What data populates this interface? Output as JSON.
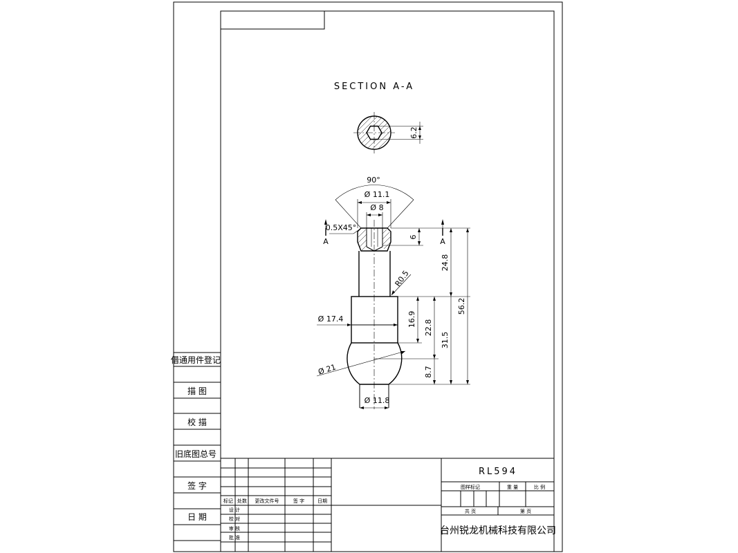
{
  "drawing": {
    "section_title": "SECTION A-A",
    "dims": {
      "hex": "6.2",
      "angle": "90°",
      "dia_11_1": "Ø 11.1",
      "dia_8": "Ø 8",
      "chamfer": "0.5X45°",
      "depth_6": "6",
      "len_24_8": "24.8",
      "len_56_2": "56.2",
      "radius": "R0.5",
      "dia_17_4": "Ø 17.4",
      "len_16_9": "16.9",
      "len_22_8": "22.8",
      "len_31_5": "31.5",
      "dia_21": "Ø 21",
      "len_8_7": "8.7",
      "dia_11_8": "Ø 11.8"
    },
    "section_mark_left": "A",
    "section_mark_right": "A"
  },
  "side_block": {
    "labels": [
      "借通用件登记",
      "描 图",
      "校 描",
      "旧底图总号",
      "签 字",
      "日 期"
    ]
  },
  "revision_block": {
    "headers": [
      "标记",
      "处数",
      "更改文件号",
      "签 字",
      "日期"
    ],
    "roles": [
      "设 计",
      "校 对",
      "审 核",
      "批 准"
    ]
  },
  "title_block": {
    "part_no": "RL594",
    "mark_label": "图样标记",
    "weight_label": "重 量",
    "scale_label": "比 例",
    "total_label": "共 页",
    "page_label": "第 页",
    "company": "台州锐龙机械科技有限公司"
  }
}
